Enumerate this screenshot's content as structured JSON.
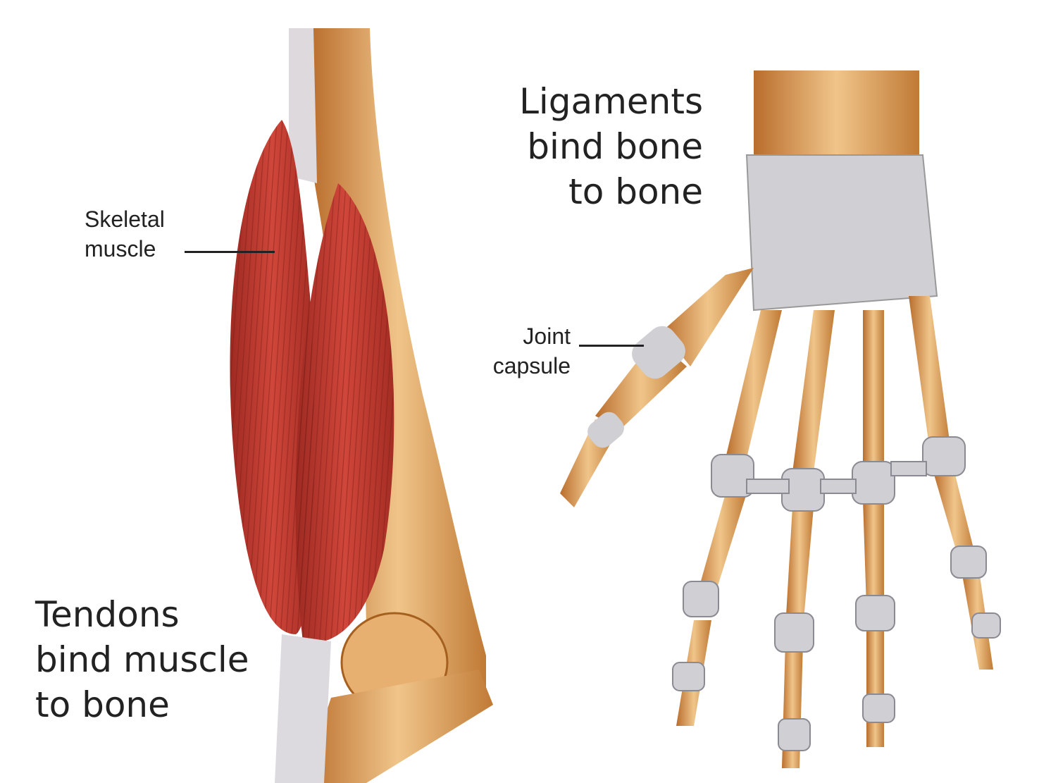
{
  "labels": {
    "skeletal_muscle": [
      "Skeletal",
      "muscle"
    ],
    "joint_capsule": [
      "Joint",
      "capsule"
    ],
    "ligaments": [
      "Ligaments",
      "bind bone",
      "to bone"
    ],
    "tendons": [
      "Tendons",
      "bind muscle",
      "to bone"
    ]
  },
  "colors": {
    "muscle": "#c0392b",
    "bone": "#d9954a",
    "ligament": "#cfcfd4"
  }
}
